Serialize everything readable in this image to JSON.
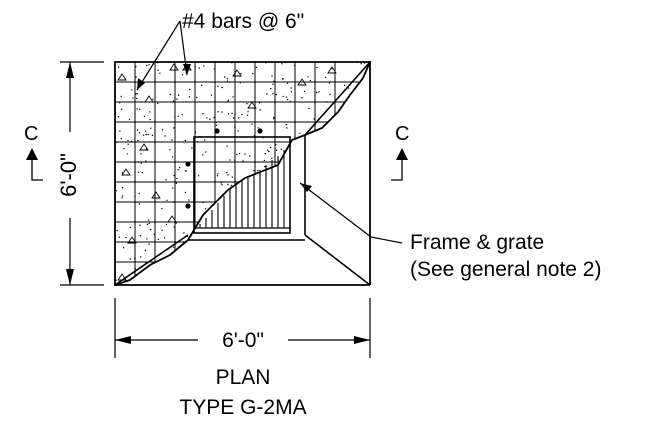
{
  "drawing": {
    "rebar_note": "#4 bars @ 6\"",
    "grate_note_line1": "Frame & grate",
    "grate_note_line2": "(See general note 2)",
    "section_left": "C",
    "section_right": "C",
    "dim_vertical": "6'-0\"",
    "dim_horizontal": "6'-0\"",
    "title": "PLAN",
    "subtitle": "TYPE G-2MA"
  }
}
